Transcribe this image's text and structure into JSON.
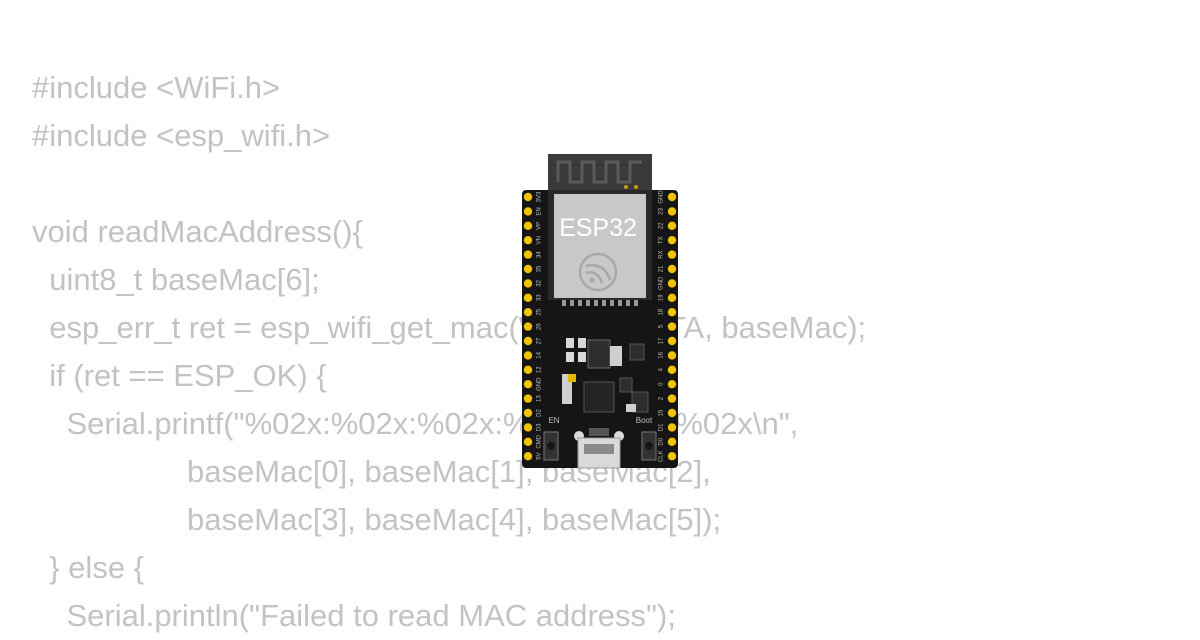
{
  "code_lines": [
    "#include <WiFi.h>",
    "#include <esp_wifi.h>",
    "",
    "void readMacAddress(){",
    "  uint8_t baseMac[6];",
    "  esp_err_t ret = esp_wifi_get_mac(WIFI_IF_STA, baseMac);",
    "  if (ret == ESP_OK) {",
    "    Serial.printf(\"%02x:%02x:%02x:%02x:%02x:%02x\\n\",",
    "                  baseMac[0], baseMac[1], baseMac[2],",
    "                  baseMac[3], baseMac[4], baseMac[5]);",
    "  } else {",
    "    Serial.println(\"Failed to read MAC address\");"
  ],
  "board": {
    "module_label": "ESP32",
    "left_pins": [
      "3V3",
      "EN",
      "VP",
      "VN",
      "34",
      "35",
      "32",
      "33",
      "25",
      "26",
      "27",
      "14",
      "12",
      "GND",
      "13",
      "D2",
      "D3",
      "CMD",
      "5V"
    ],
    "right_pins": [
      "GND",
      "23",
      "22",
      "TX",
      "RX",
      "21",
      "GND",
      "19",
      "18",
      "5",
      "17",
      "16",
      "4",
      "0",
      "2",
      "15",
      "D1",
      "D0",
      "CLK"
    ],
    "button_left_label": "EN",
    "button_right_label": "Boot"
  },
  "colors": {
    "code_text": "#c3c3c3",
    "pcb": "#151515",
    "module_shield": "#c8c8c8",
    "pin": "#f0c400"
  }
}
